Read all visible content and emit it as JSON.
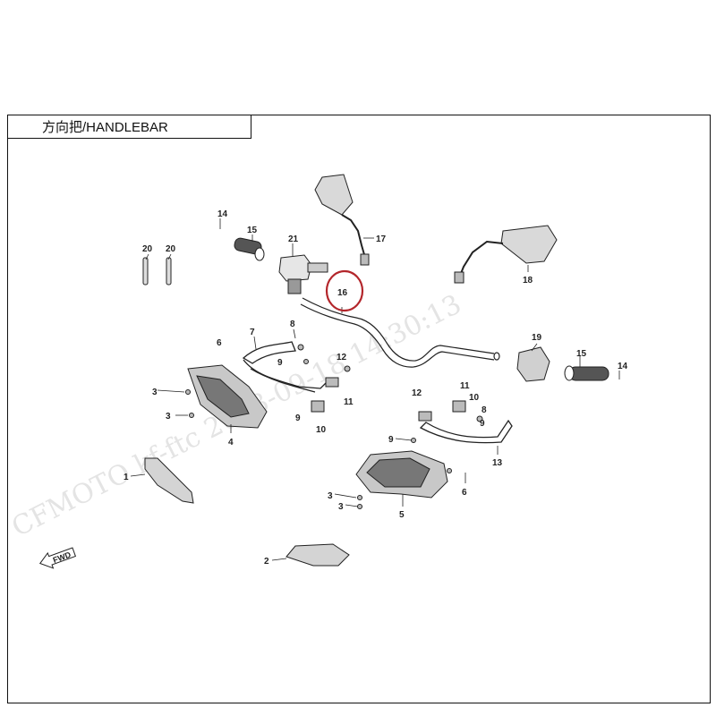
{
  "header": {
    "title": "方向把/HANDLEBAR"
  },
  "watermark": {
    "text": "CFMOTO  kf-ftc  2023-09-18  14:30:13"
  },
  "direction_arrow": {
    "label": "FWD"
  },
  "highlight": {
    "part": "16",
    "color": "#b3262b"
  },
  "callouts": [
    "1",
    "2",
    "3",
    "3",
    "3",
    "3",
    "4",
    "5",
    "6",
    "6",
    "7",
    "8",
    "8",
    "9",
    "9",
    "9",
    "9",
    "10",
    "10",
    "11",
    "11",
    "12",
    "12",
    "13",
    "14",
    "14",
    "15",
    "15",
    "16",
    "17",
    "18",
    "19",
    "20",
    "20",
    "21"
  ]
}
